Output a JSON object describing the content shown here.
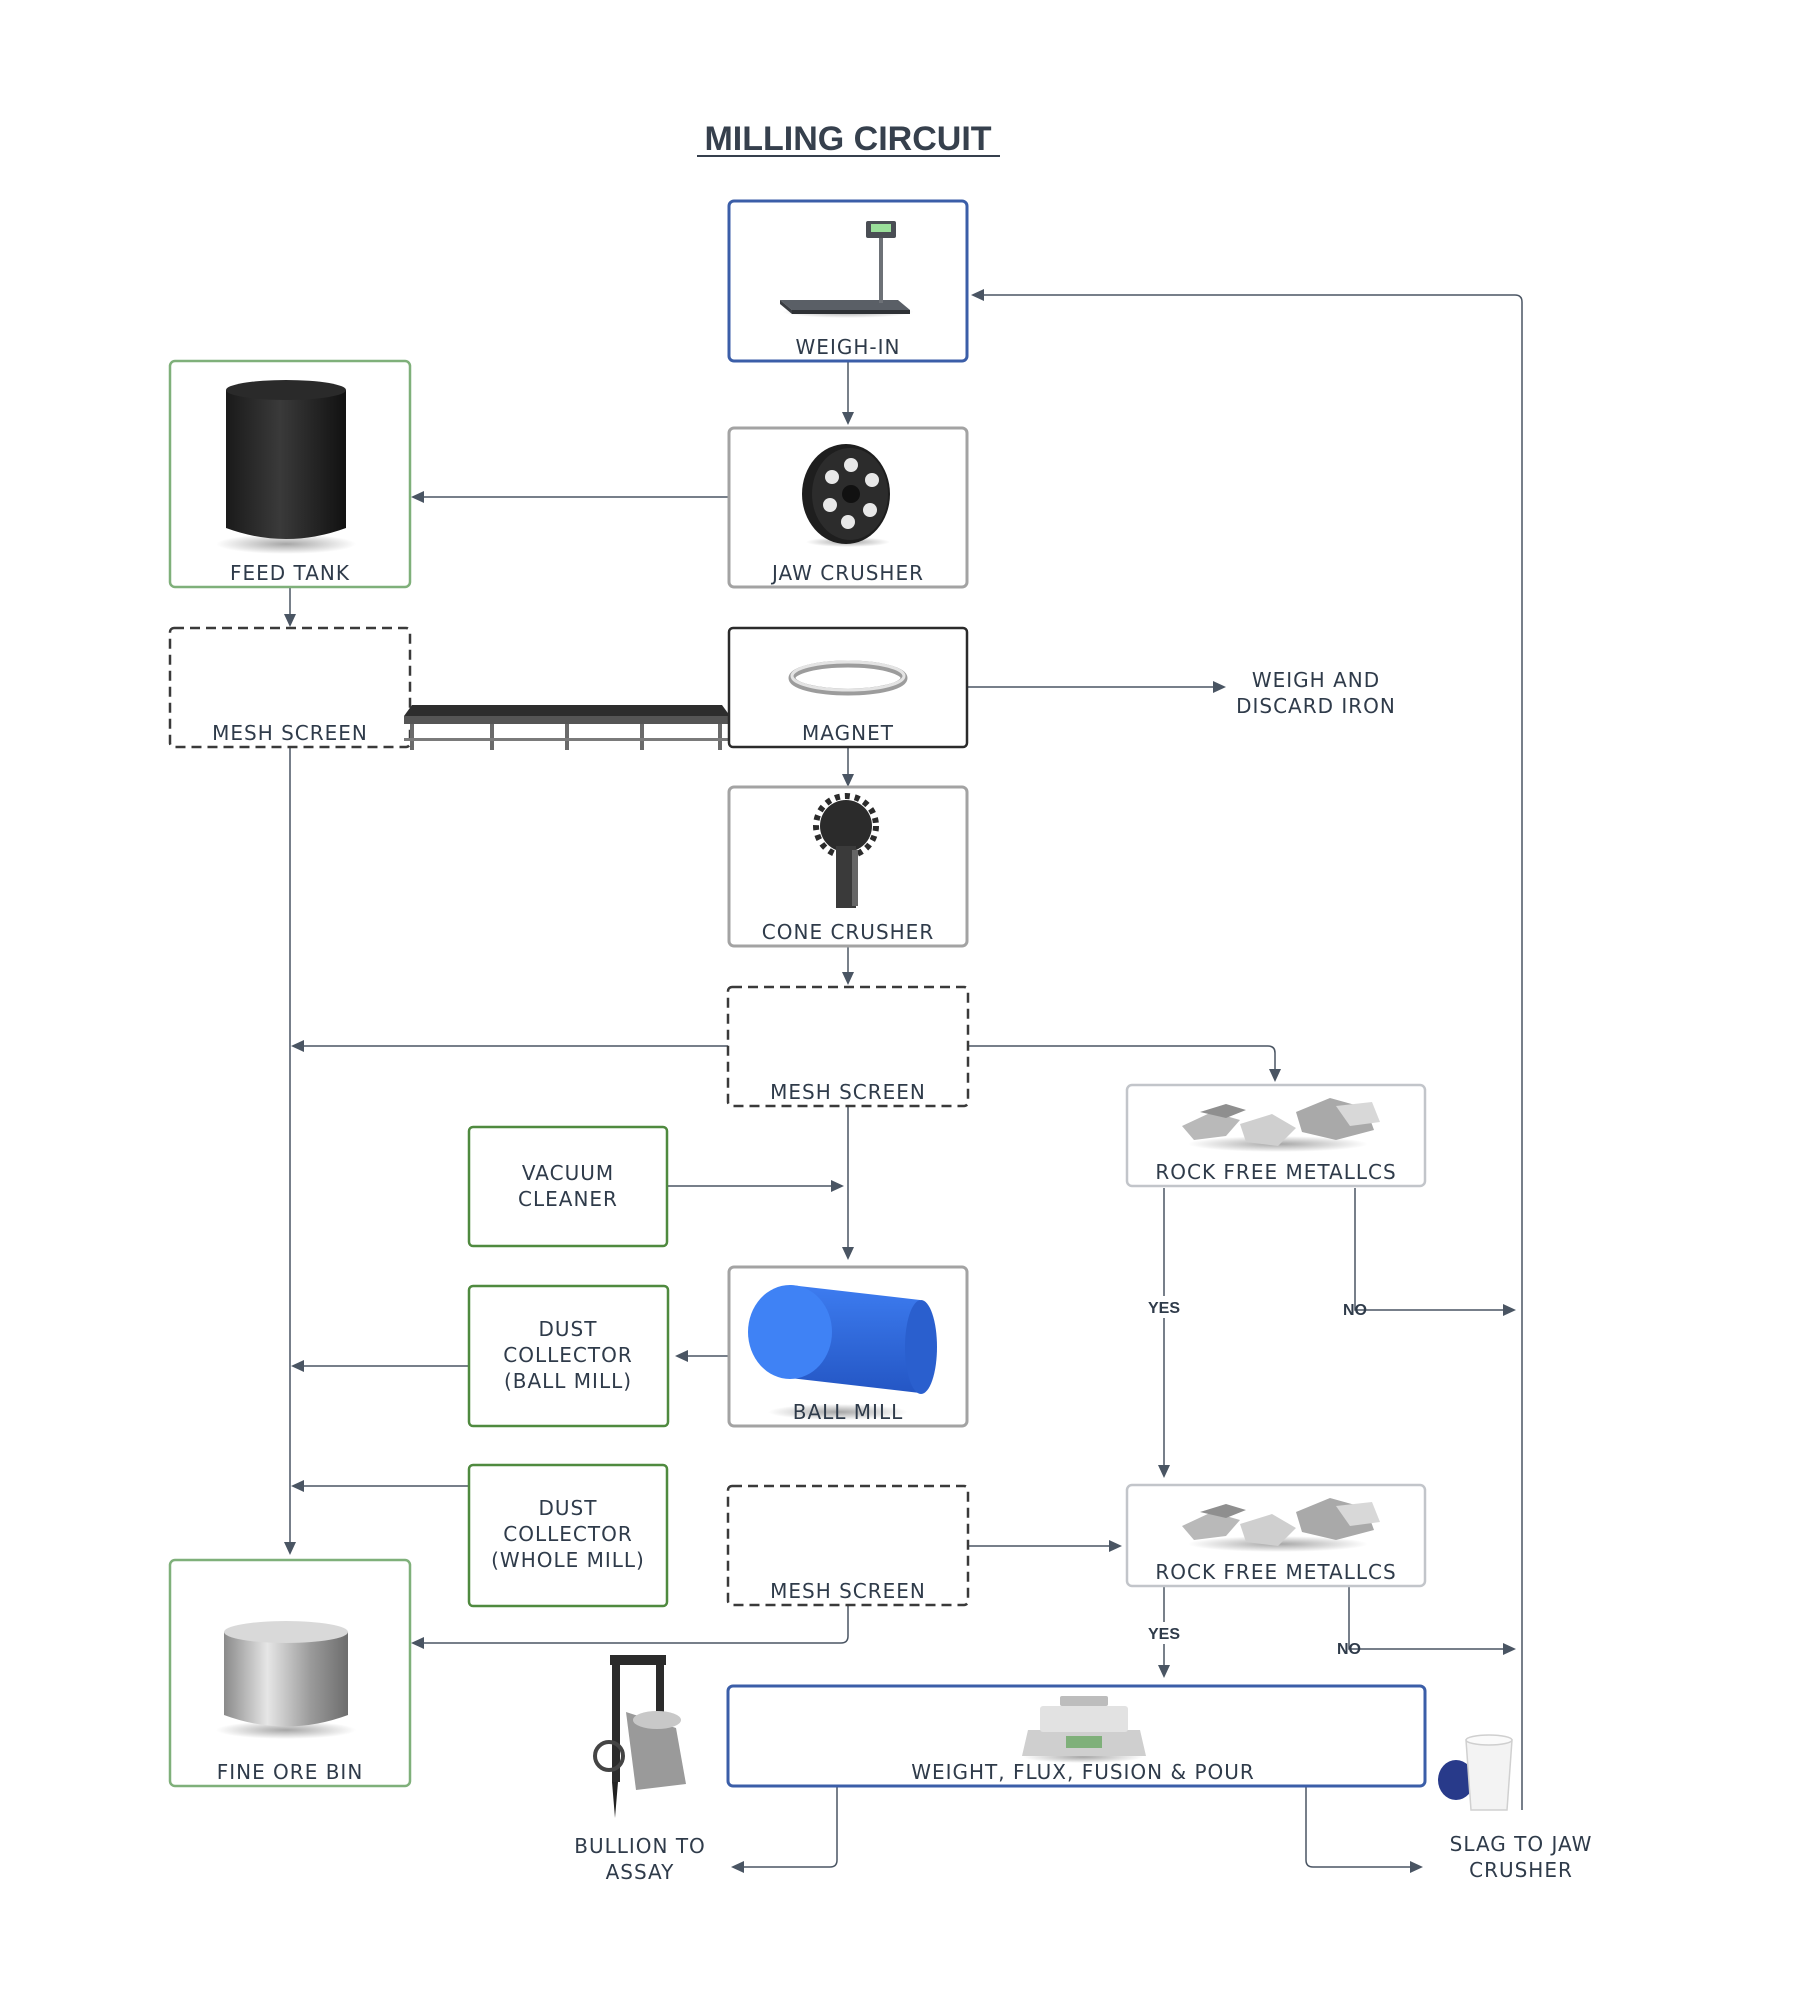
{
  "title": "MILLING CIRCUIT",
  "nodes": {
    "weigh_in": "WEIGH-IN",
    "jaw_crusher": "JAW CRUSHER",
    "feed_tank": "FEED TANK",
    "mesh_screen_1": "MESH SCREEN",
    "magnet": "MAGNET",
    "weigh_discard_l1": "WEIGH AND",
    "weigh_discard_l2": "DISCARD IRON",
    "cone_crusher": "CONE CRUSHER",
    "mesh_screen_2": "MESH SCREEN",
    "rock_free_1": "ROCK FREE METALLCS",
    "vacuum_l1": "VACUUM",
    "vacuum_l2": "CLEANER",
    "dust_ball_l1": "DUST",
    "dust_ball_l2": "COLLECTOR",
    "dust_ball_l3": "(BALL MILL)",
    "ball_mill": "BALL MILL",
    "dust_whole_l1": "DUST",
    "dust_whole_l2": "COLLECTOR",
    "dust_whole_l3": "(WHOLE MILL)",
    "mesh_screen_3": "MESH SCREEN",
    "rock_free_2": "ROCK FREE METALLCS",
    "fine_ore_bin": "FINE ORE BIN",
    "weight_flux": "WEIGHT, FLUX, FUSION & POUR",
    "bullion_l1": "BULLION TO",
    "bullion_l2": "ASSAY",
    "slag_l1": "SLAG TO JAW",
    "slag_l2": "CRUSHER"
  },
  "edge_labels": {
    "yes_1": "YES",
    "no_1": "NO",
    "yes_2": "YES",
    "no_2": "NO"
  },
  "colors": {
    "blue_border": "#3b5ea8",
    "gray_border": "#a3a3a3",
    "green_border": "#7fb07a",
    "dark_green_border": "#4f8a3f",
    "dark_border": "#2b2b2b",
    "dashed_border": "#3a3a3a",
    "arrow": "#4a5563",
    "ball_mill_blue": "#2f6fe0"
  },
  "icons": [
    "platform-scale-icon",
    "jaw-wheel-icon",
    "black-drum-icon",
    "conveyor-belt-icon",
    "steel-ring-icon",
    "cone-gear-icon",
    "metal-scraps-icon",
    "blue-cylinder-icon",
    "steel-bin-icon",
    "crucible-ladle-icon",
    "lab-balance-icon",
    "slag-bucket-icon"
  ]
}
